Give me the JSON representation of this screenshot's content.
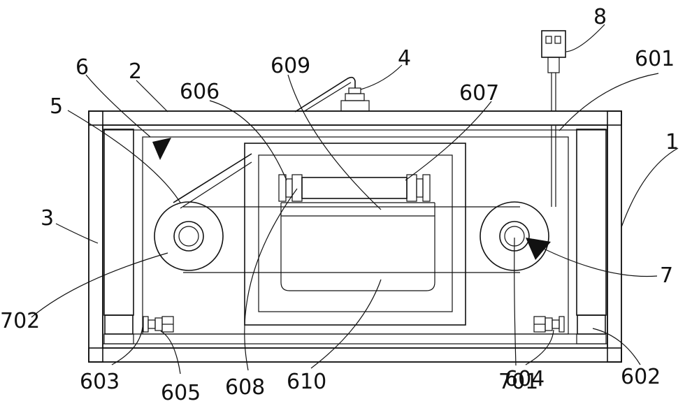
{
  "figure": {
    "labels": {
      "l1": "1",
      "l2": "2",
      "l3": "3",
      "l4": "4",
      "l5": "5",
      "l6": "6",
      "l7": "7",
      "l8": "8",
      "l601": "601",
      "l602": "602",
      "l603": "603",
      "l604": "604",
      "l605": "605",
      "l606": "606",
      "l607": "607",
      "l608": "608",
      "l609": "609",
      "l610": "610",
      "l701": "701",
      "l702": "702"
    },
    "colors": {
      "stroke": "#111111",
      "background": "#ffffff"
    }
  }
}
